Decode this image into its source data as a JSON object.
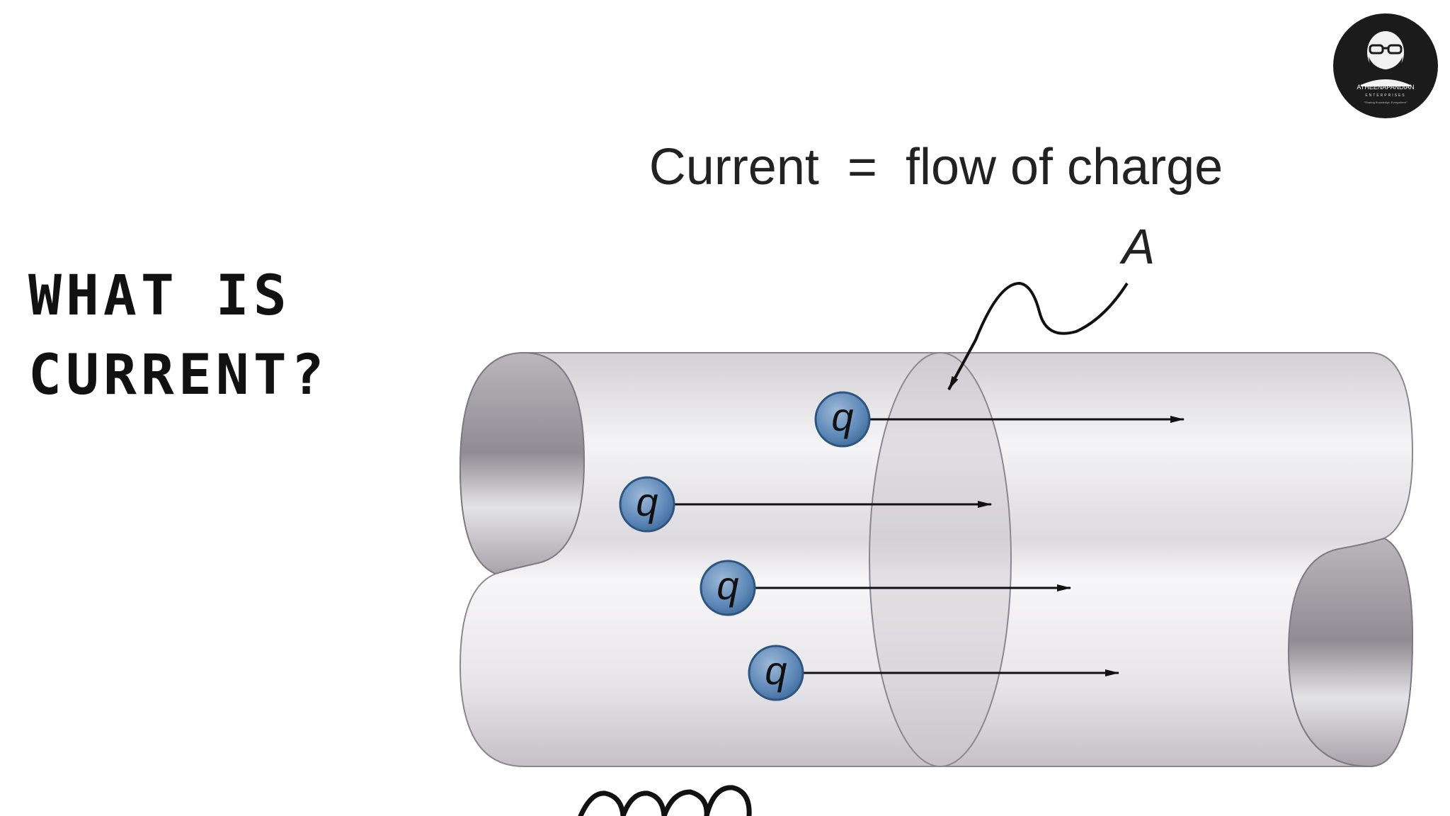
{
  "slide": {
    "title_line1": "WHAT IS",
    "title_line2": "CURRENT?"
  },
  "logo": {
    "name": "ATHEENAPANDIAN",
    "subname": "ENTERPRISES",
    "tagline": "\"Sharing Knowledge, Everywhere\""
  },
  "diagram": {
    "heading": "Current  =  flow of charge",
    "area_label": "A",
    "charge_label": "q",
    "charge_count": 4,
    "colors": {
      "charge_fill": "#5b86b6",
      "charge_stroke": "#2d557f",
      "arrow": "#111111"
    }
  }
}
